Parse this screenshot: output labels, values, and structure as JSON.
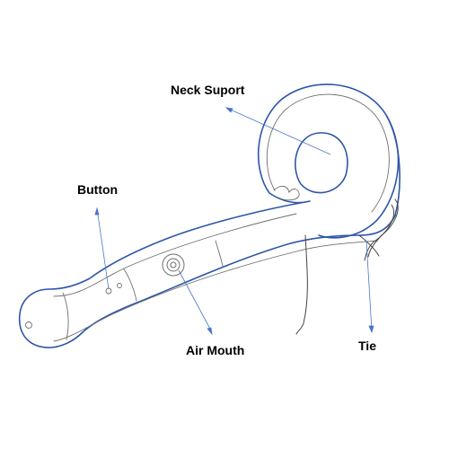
{
  "labels": {
    "neck_support": "Neck Suport",
    "button": "Button",
    "air_mouth": "Air Mouth",
    "tie": "Tie"
  },
  "colors": {
    "outline": "#2f56a8",
    "sketch": "#6f6f6f",
    "leader": "#4a76c9",
    "text": "#000000"
  },
  "icons": [
    "pillow-outline",
    "air-valve-icon",
    "button-dots",
    "tie-strings"
  ]
}
